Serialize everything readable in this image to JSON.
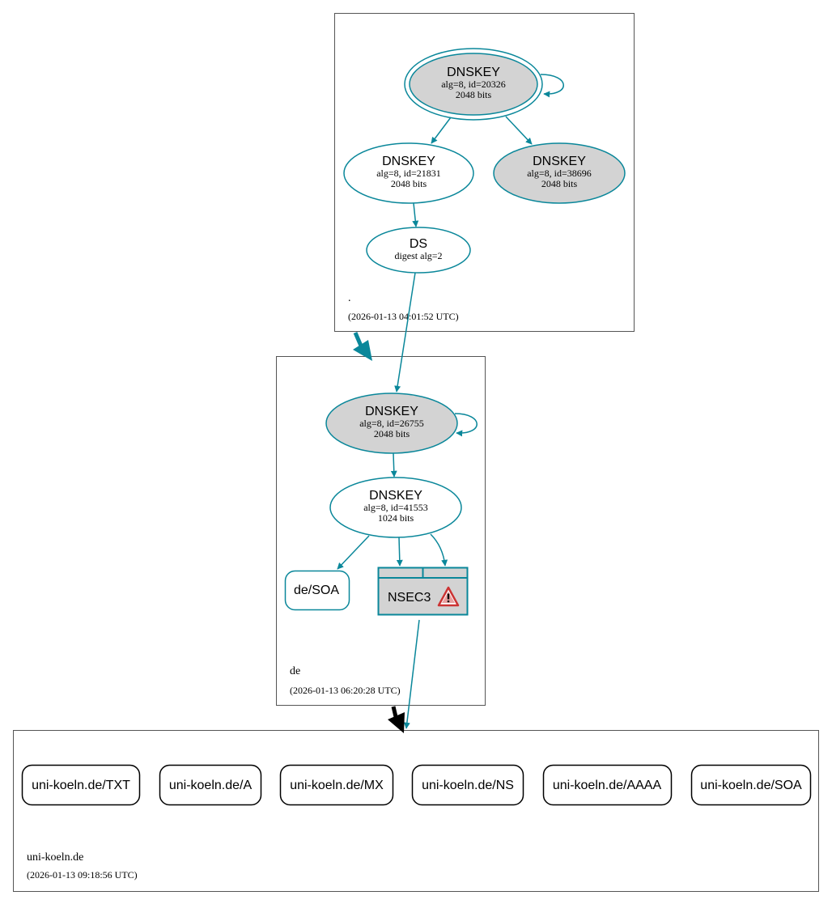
{
  "colors": {
    "edge": "#0a879a",
    "node_fill_gray": "#d3d3d3",
    "node_fill_white": "#ffffff",
    "delegation_black": "#000000",
    "warning_red": "#cc3333",
    "zone_border": "#555555"
  },
  "zones": {
    "root": {
      "name": ".",
      "timestamp": "(2026-01-13 04:01:52 UTC)"
    },
    "de": {
      "name": "de",
      "timestamp": "(2026-01-13 06:20:28 UTC)"
    },
    "uni": {
      "name": "uni-koeln.de",
      "timestamp": "(2026-01-13 09:18:56 UTC)"
    }
  },
  "nodes": {
    "root_ksk": {
      "title": "DNSKEY",
      "line1": "alg=8, id=20326",
      "line2": "2048 bits"
    },
    "root_zsk1": {
      "title": "DNSKEY",
      "line1": "alg=8, id=21831",
      "line2": "2048 bits"
    },
    "root_zsk2": {
      "title": "DNSKEY",
      "line1": "alg=8, id=38696",
      "line2": "2048 bits"
    },
    "root_ds": {
      "title": "DS",
      "line1": "digest alg=2"
    },
    "de_ksk": {
      "title": "DNSKEY",
      "line1": "alg=8, id=26755",
      "line2": "2048 bits"
    },
    "de_zsk": {
      "title": "DNSKEY",
      "line1": "alg=8, id=41553",
      "line2": "1024 bits"
    },
    "de_soa": {
      "label": "de/SOA"
    },
    "de_nsec3": {
      "label": "NSEC3",
      "icon": "warning-icon"
    }
  },
  "records": [
    {
      "label": "uni-koeln.de/TXT"
    },
    {
      "label": "uni-koeln.de/A"
    },
    {
      "label": "uni-koeln.de/MX"
    },
    {
      "label": "uni-koeln.de/NS"
    },
    {
      "label": "uni-koeln.de/AAAA"
    },
    {
      "label": "uni-koeln.de/SOA"
    }
  ]
}
